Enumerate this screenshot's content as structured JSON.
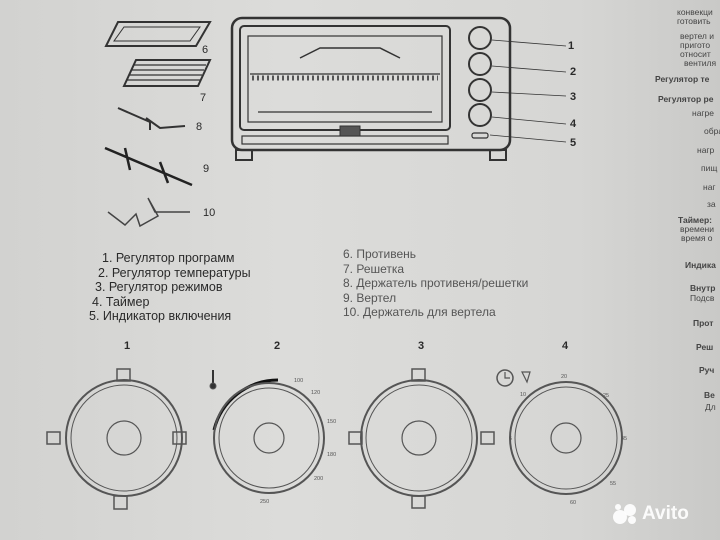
{
  "legend_left": [
    "1. Регулятор программ",
    "2. Регулятор температуры",
    "3. Регулятор режимов",
    "4. Таймер",
    "5. Индикатор включения"
  ],
  "legend_right": [
    "6. Противень",
    "7. Решетка",
    "8. Держатель противеня/решетки",
    "9. Вертел",
    "10. Держатель для вертела"
  ],
  "oven_callouts": [
    "1",
    "2",
    "3",
    "4",
    "5"
  ],
  "accessory_callouts": [
    "6",
    "7",
    "8",
    "9",
    "10"
  ],
  "dial_numbers": [
    "1",
    "2",
    "3",
    "4"
  ],
  "temp_labels": [
    "100",
    "120",
    "150",
    "180",
    "200",
    "250"
  ],
  "timer_labels": [
    "20",
    "25",
    "45",
    "55",
    "60",
    "5",
    "10"
  ],
  "right_column": [
    "конвекци",
    "готовить",
    "вертел и",
    "пригото",
    "относит",
    "вентиля",
    "Регулятор те",
    "Регулятор ре",
    "нагре",
    "образ",
    "нагр",
    "пищ",
    "наг",
    "за",
    "Таймер:",
    "времени",
    "время о",
    "Индика",
    "Внутр",
    "Подсв",
    "Прот",
    "Реш",
    "Руч",
    "Ве",
    "Дл"
  ],
  "watermark": "Avito"
}
